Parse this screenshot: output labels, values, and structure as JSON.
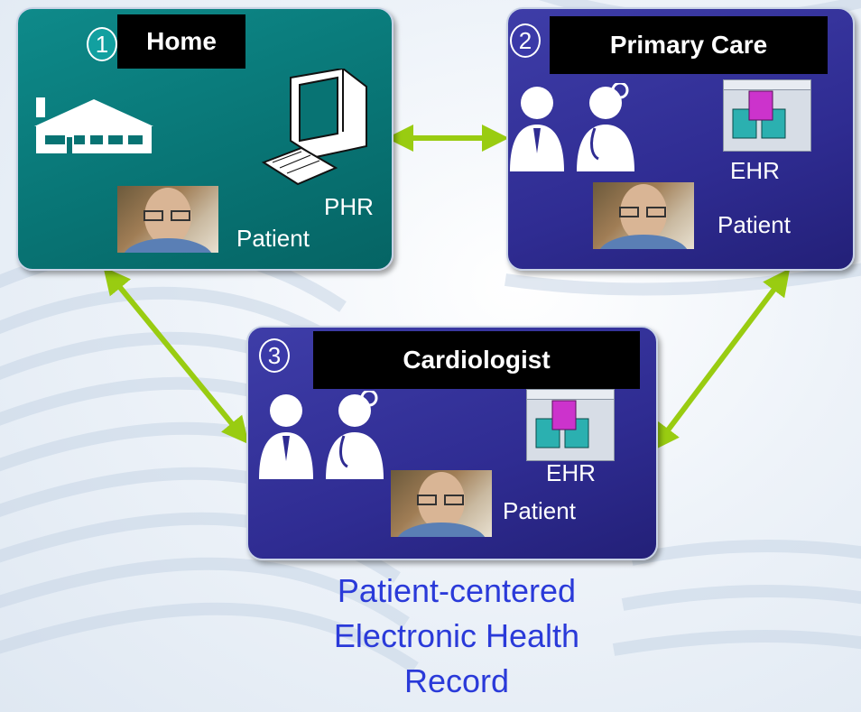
{
  "nodes": {
    "home": {
      "number": "1",
      "title": "Home",
      "phr_label": "PHR",
      "patient_label": "Patient"
    },
    "primary_care": {
      "number": "2",
      "title": "Primary Care",
      "ehr_label": "EHR",
      "patient_label": "Patient"
    },
    "cardiologist": {
      "number": "3",
      "title": "Cardiologist",
      "ehr_label": "EHR",
      "patient_label": "Patient"
    }
  },
  "caption": {
    "line1": "Patient-centered",
    "line2": "Electronic Health",
    "line3": "Record"
  },
  "colors": {
    "home_box": "#087373",
    "care_box": "#2f2c92",
    "arrow": "#99cc11",
    "caption": "#2a3ad9"
  },
  "icons": [
    "house-icon",
    "computer-icon",
    "doctor-icon",
    "person-icon",
    "ehr-window-icon",
    "patient-photo"
  ]
}
